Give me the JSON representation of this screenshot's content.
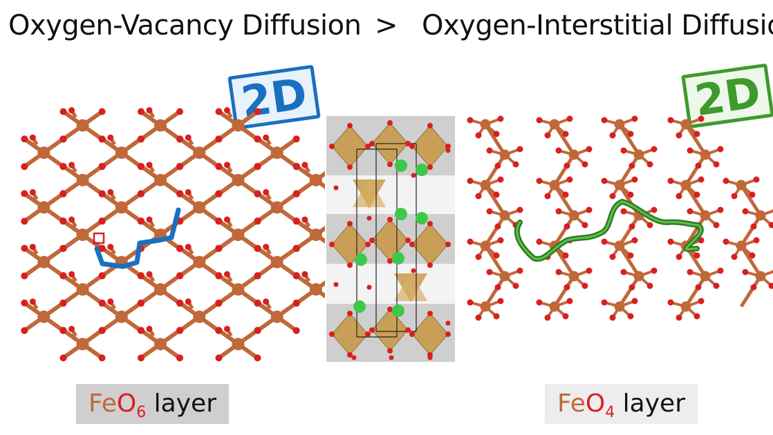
{
  "title": {
    "left": "Oxygen-Vacancy Diffusion",
    "comparator": ">",
    "right": "Oxygen-Interstitial Diffusion"
  },
  "stamps": {
    "left": "2D",
    "right": "2D"
  },
  "labels": {
    "left": {
      "fe": "Fe",
      "o": "O",
      "subscript": "6",
      "rest": " layer"
    },
    "right": {
      "fe": "Fe",
      "o": "O",
      "subscript": "4",
      "rest": " layer"
    }
  },
  "colors": {
    "iron": "#c0683a",
    "oxygen": "#d82020",
    "vacancy_path": "#1a6fc0",
    "interstitial_path": "#3e9a2c",
    "octahedra": "#c99a4c",
    "cation": "#3ec84a"
  }
}
